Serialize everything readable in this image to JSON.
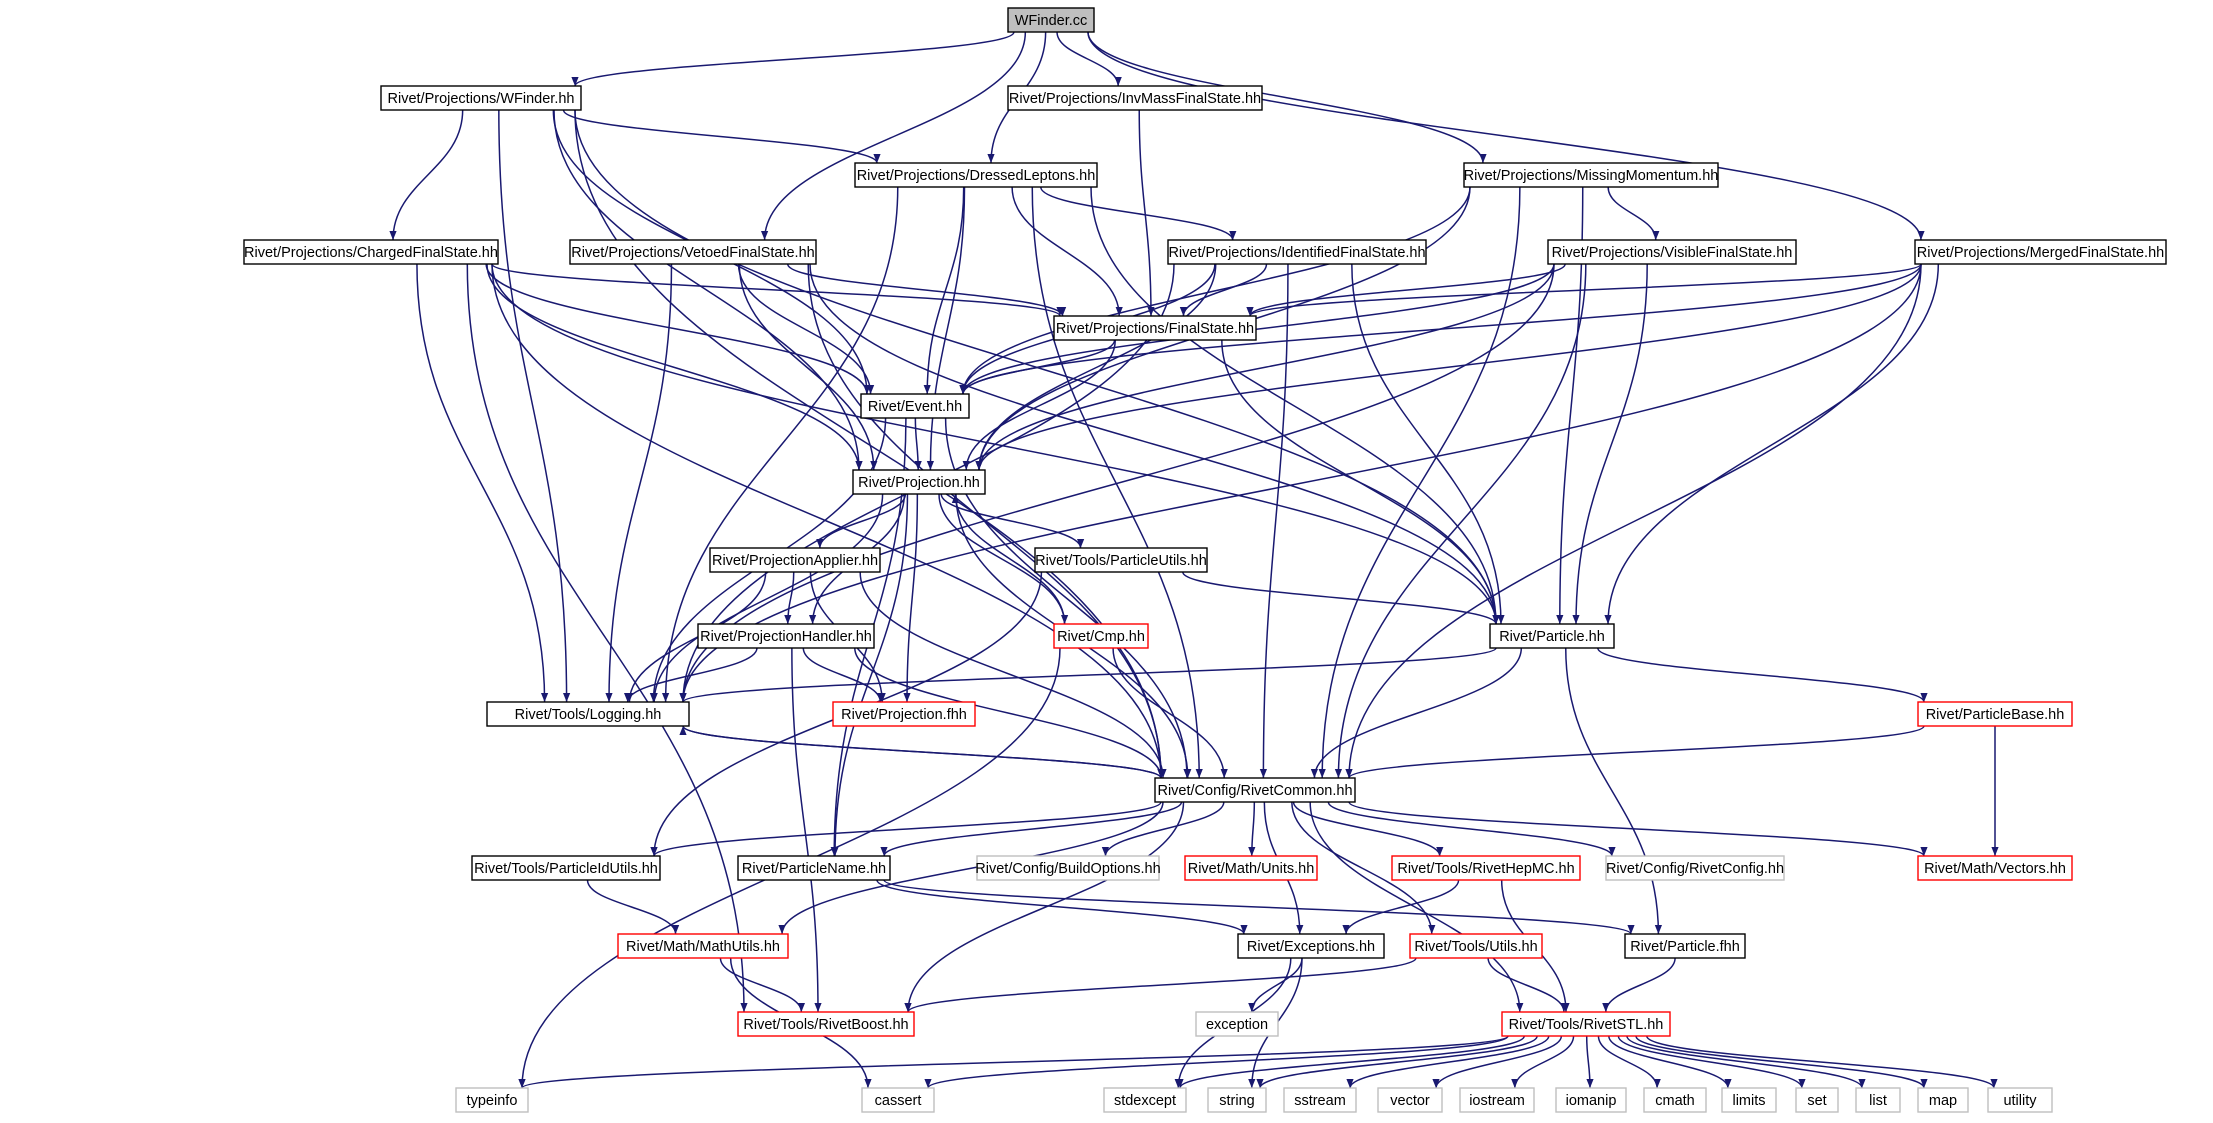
{
  "diagram": {
    "colors": {
      "edge": "#191970",
      "root_fill": "#bfbfbf",
      "missing_border": "#ff0000",
      "system_border": "#bfbfbf",
      "normal_border": "#000000"
    },
    "nodes": {
      "wfinder_cc": {
        "label": "WFinder.cc",
        "style": "root"
      },
      "wfinder_hh": {
        "label": "Rivet/Projections/WFinder.hh",
        "style": "normal"
      },
      "invmass": {
        "label": "Rivet/Projections/InvMassFinalState.hh",
        "style": "normal"
      },
      "dressed": {
        "label": "Rivet/Projections/DressedLeptons.hh",
        "style": "normal"
      },
      "missing": {
        "label": "Rivet/Projections/MissingMomentum.hh",
        "style": "normal"
      },
      "charged": {
        "label": "Rivet/Projections/ChargedFinalState.hh",
        "style": "normal"
      },
      "vetoed": {
        "label": "Rivet/Projections/VetoedFinalState.hh",
        "style": "normal"
      },
      "identified": {
        "label": "Rivet/Projections/IdentifiedFinalState.hh",
        "style": "normal"
      },
      "visible": {
        "label": "Rivet/Projections/VisibleFinalState.hh",
        "style": "normal"
      },
      "merged": {
        "label": "Rivet/Projections/MergedFinalState.hh",
        "style": "normal"
      },
      "finalstate": {
        "label": "Rivet/Projections/FinalState.hh",
        "style": "normal"
      },
      "event": {
        "label": "Rivet/Event.hh",
        "style": "normal"
      },
      "projection": {
        "label": "Rivet/Projection.hh",
        "style": "normal"
      },
      "projapplier": {
        "label": "Rivet/ProjectionApplier.hh",
        "style": "normal"
      },
      "particleutils": {
        "label": "Rivet/Tools/ParticleUtils.hh",
        "style": "normal"
      },
      "cmp": {
        "label": "Rivet/Cmp.hh",
        "style": "red"
      },
      "particle": {
        "label": "Rivet/Particle.hh",
        "style": "normal"
      },
      "projhandler": {
        "label": "Rivet/ProjectionHandler.hh",
        "style": "normal"
      },
      "logging": {
        "label": "Rivet/Tools/Logging.hh",
        "style": "normal"
      },
      "projfhh": {
        "label": "Rivet/Projection.fhh",
        "style": "red"
      },
      "particlebase": {
        "label": "Rivet/ParticleBase.hh",
        "style": "red"
      },
      "rivetcommon": {
        "label": "Rivet/Config/RivetCommon.hh",
        "style": "normal"
      },
      "particleidutils": {
        "label": "Rivet/Tools/ParticleIdUtils.hh",
        "style": "normal"
      },
      "particlename": {
        "label": "Rivet/ParticleName.hh",
        "style": "normal"
      },
      "buildoptions": {
        "label": "Rivet/Config/BuildOptions.hh",
        "style": "gray"
      },
      "units": {
        "label": "Rivet/Math/Units.hh",
        "style": "red"
      },
      "rivethepmc": {
        "label": "Rivet/Tools/RivetHepMC.hh",
        "style": "red"
      },
      "rivetconfig": {
        "label": "Rivet/Config/RivetConfig.hh",
        "style": "gray"
      },
      "vectors": {
        "label": "Rivet/Math/Vectors.hh",
        "style": "red"
      },
      "mathutils": {
        "label": "Rivet/Math/MathUtils.hh",
        "style": "red"
      },
      "exceptions": {
        "label": "Rivet/Exceptions.hh",
        "style": "normal"
      },
      "utils": {
        "label": "Rivet/Tools/Utils.hh",
        "style": "red"
      },
      "particlefhh": {
        "label": "Rivet/Particle.fhh",
        "style": "normal"
      },
      "exception": {
        "label": "exception",
        "style": "gray"
      },
      "rivetboost": {
        "label": "Rivet/Tools/RivetBoost.hh",
        "style": "red"
      },
      "rivetstl": {
        "label": "Rivet/Tools/RivetSTL.hh",
        "style": "red"
      },
      "typeinfo": {
        "label": "typeinfo",
        "style": "gray"
      },
      "cassert": {
        "label": "cassert",
        "style": "gray"
      },
      "stdexcept": {
        "label": "stdexcept",
        "style": "gray"
      },
      "string": {
        "label": "string",
        "style": "gray"
      },
      "sstream": {
        "label": "sstream",
        "style": "gray"
      },
      "vector": {
        "label": "vector",
        "style": "gray"
      },
      "iostream": {
        "label": "iostream",
        "style": "gray"
      },
      "iomanip": {
        "label": "iomanip",
        "style": "gray"
      },
      "cmath": {
        "label": "cmath",
        "style": "gray"
      },
      "limits": {
        "label": "limits",
        "style": "gray"
      },
      "set": {
        "label": "set",
        "style": "gray"
      },
      "list": {
        "label": "list",
        "style": "gray"
      },
      "map": {
        "label": "map",
        "style": "gray"
      },
      "utility": {
        "label": "utility",
        "style": "gray"
      }
    },
    "edges": [
      [
        "wfinder_cc",
        "wfinder_hh"
      ],
      [
        "wfinder_cc",
        "invmass"
      ],
      [
        "wfinder_cc",
        "dressed"
      ],
      [
        "wfinder_cc",
        "missing"
      ],
      [
        "wfinder_cc",
        "vetoed"
      ],
      [
        "wfinder_cc",
        "merged"
      ],
      [
        "wfinder_hh",
        "dressed"
      ],
      [
        "wfinder_hh",
        "charged"
      ],
      [
        "wfinder_hh",
        "event"
      ],
      [
        "wfinder_hh",
        "projection"
      ],
      [
        "wfinder_hh",
        "particle"
      ],
      [
        "wfinder_hh",
        "logging"
      ],
      [
        "wfinder_hh",
        "rivetcommon"
      ],
      [
        "invmass",
        "finalstate"
      ],
      [
        "dressed",
        "identified"
      ],
      [
        "dressed",
        "finalstate"
      ],
      [
        "dressed",
        "event"
      ],
      [
        "dressed",
        "projection"
      ],
      [
        "dressed",
        "particle"
      ],
      [
        "dressed",
        "logging"
      ],
      [
        "dressed",
        "rivetcommon"
      ],
      [
        "missing",
        "visible"
      ],
      [
        "missing",
        "event"
      ],
      [
        "missing",
        "projection"
      ],
      [
        "missing",
        "particle"
      ],
      [
        "missing",
        "rivetcommon"
      ],
      [
        "charged",
        "finalstate"
      ],
      [
        "charged",
        "event"
      ],
      [
        "charged",
        "projection"
      ],
      [
        "charged",
        "particle"
      ],
      [
        "charged",
        "logging"
      ],
      [
        "charged",
        "rivetcommon"
      ],
      [
        "charged",
        "rivetboost"
      ],
      [
        "vetoed",
        "finalstate"
      ],
      [
        "vetoed",
        "event"
      ],
      [
        "vetoed",
        "projection"
      ],
      [
        "vetoed",
        "particle"
      ],
      [
        "vetoed",
        "logging"
      ],
      [
        "vetoed",
        "rivetcommon"
      ],
      [
        "identified",
        "finalstate"
      ],
      [
        "identified",
        "event"
      ],
      [
        "identified",
        "projection"
      ],
      [
        "identified",
        "particle"
      ],
      [
        "identified",
        "logging"
      ],
      [
        "identified",
        "rivetcommon"
      ],
      [
        "visible",
        "finalstate"
      ],
      [
        "visible",
        "event"
      ],
      [
        "visible",
        "projection"
      ],
      [
        "visible",
        "particle"
      ],
      [
        "visible",
        "logging"
      ],
      [
        "visible",
        "rivetcommon"
      ],
      [
        "merged",
        "finalstate"
      ],
      [
        "merged",
        "event"
      ],
      [
        "merged",
        "projection"
      ],
      [
        "merged",
        "particle"
      ],
      [
        "merged",
        "logging"
      ],
      [
        "merged",
        "rivetcommon"
      ],
      [
        "finalstate",
        "event"
      ],
      [
        "finalstate",
        "projection"
      ],
      [
        "finalstate",
        "particle"
      ],
      [
        "event",
        "projection"
      ],
      [
        "event",
        "logging"
      ],
      [
        "event",
        "rivetcommon"
      ],
      [
        "event",
        "particlename"
      ],
      [
        "projection",
        "projapplier"
      ],
      [
        "projection",
        "particleutils"
      ],
      [
        "projection",
        "cmp"
      ],
      [
        "projection",
        "projhandler"
      ],
      [
        "projection",
        "logging"
      ],
      [
        "projection",
        "projfhh"
      ],
      [
        "projection",
        "rivetcommon"
      ],
      [
        "projection",
        "particlename"
      ],
      [
        "projapplier",
        "projhandler"
      ],
      [
        "projapplier",
        "logging"
      ],
      [
        "projapplier",
        "projfhh"
      ],
      [
        "projapplier",
        "rivetcommon"
      ],
      [
        "particleutils",
        "particle"
      ],
      [
        "particleutils",
        "particleidutils"
      ],
      [
        "cmp",
        "projection"
      ],
      [
        "cmp",
        "rivetcommon"
      ],
      [
        "cmp",
        "typeinfo"
      ],
      [
        "particle",
        "particlebase"
      ],
      [
        "particle",
        "rivetcommon"
      ],
      [
        "particle",
        "particlefhh"
      ],
      [
        "particle",
        "logging"
      ],
      [
        "projhandler",
        "logging"
      ],
      [
        "projhandler",
        "projfhh"
      ],
      [
        "projhandler",
        "rivetcommon"
      ],
      [
        "projhandler",
        "rivetboost"
      ],
      [
        "logging",
        "rivetcommon"
      ],
      [
        "particlebase",
        "rivetcommon"
      ],
      [
        "particlebase",
        "vectors"
      ],
      [
        "rivetcommon",
        "logging"
      ],
      [
        "rivetcommon",
        "particleidutils"
      ],
      [
        "rivetcommon",
        "particlename"
      ],
      [
        "rivetcommon",
        "buildoptions"
      ],
      [
        "rivetcommon",
        "units"
      ],
      [
        "rivetcommon",
        "rivethepmc"
      ],
      [
        "rivetcommon",
        "rivetconfig"
      ],
      [
        "rivetcommon",
        "vectors"
      ],
      [
        "rivetcommon",
        "mathutils"
      ],
      [
        "rivetcommon",
        "exceptions"
      ],
      [
        "rivetcommon",
        "utils"
      ],
      [
        "rivetcommon",
        "rivetboost"
      ],
      [
        "rivetcommon",
        "rivetstl"
      ],
      [
        "particleidutils",
        "mathutils"
      ],
      [
        "particlename",
        "exceptions"
      ],
      [
        "particlename",
        "particlefhh"
      ],
      [
        "rivethepmc",
        "exceptions"
      ],
      [
        "rivethepmc",
        "rivetstl"
      ],
      [
        "mathutils",
        "rivetboost"
      ],
      [
        "mathutils",
        "cassert"
      ],
      [
        "exceptions",
        "exception"
      ],
      [
        "exceptions",
        "stdexcept"
      ],
      [
        "exceptions",
        "string"
      ],
      [
        "utils",
        "rivetboost"
      ],
      [
        "utils",
        "rivetstl"
      ],
      [
        "particlefhh",
        "rivetstl"
      ],
      [
        "rivetstl",
        "typeinfo"
      ],
      [
        "rivetstl",
        "cassert"
      ],
      [
        "rivetstl",
        "stdexcept"
      ],
      [
        "rivetstl",
        "string"
      ],
      [
        "rivetstl",
        "sstream"
      ],
      [
        "rivetstl",
        "vector"
      ],
      [
        "rivetstl",
        "iostream"
      ],
      [
        "rivetstl",
        "iomanip"
      ],
      [
        "rivetstl",
        "cmath"
      ],
      [
        "rivetstl",
        "limits"
      ],
      [
        "rivetstl",
        "set"
      ],
      [
        "rivetstl",
        "list"
      ],
      [
        "rivetstl",
        "map"
      ],
      [
        "rivetstl",
        "utility"
      ]
    ]
  }
}
